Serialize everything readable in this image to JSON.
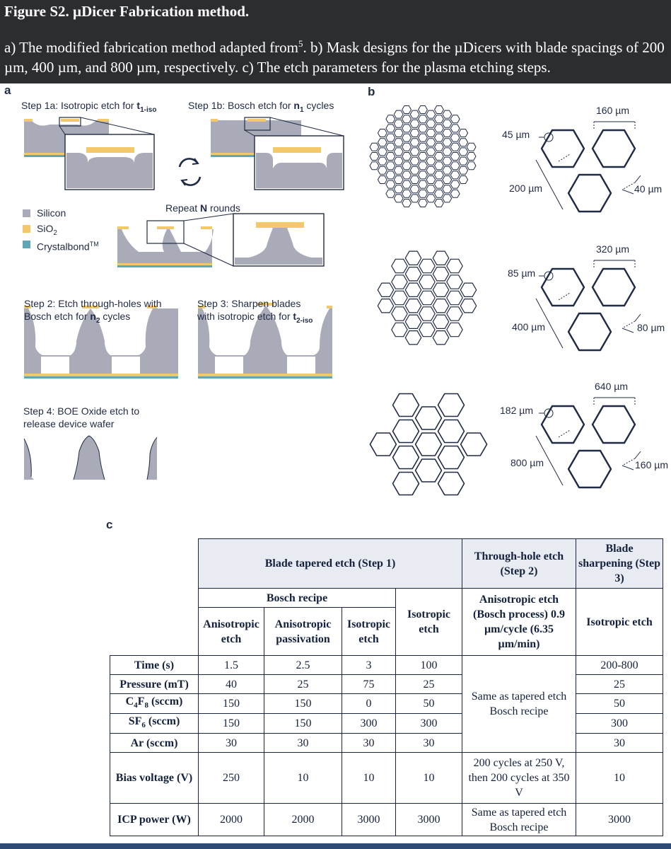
{
  "header": {
    "title": "Figure S2. µDicer Fabrication method.",
    "caption_a": "a) The modified fabrication method adapted from",
    "caption_ref": "5",
    "caption_b": ". b) Mask designs for the µDicers with blade spacings of 200 µm, 400 µm, and 800 µm, respectively. c) The etch parameters for the plasma etching steps."
  },
  "panel_a": {
    "label": "a",
    "step1a_prefix": "Step 1a: Isotropic etch for ",
    "step1a_var": "t",
    "step1a_sub": "1-iso",
    "step1b_prefix": "Step 1b: Bosch etch for ",
    "step1b_var": "n",
    "step1b_sub": "1",
    "step1b_suffix": " cycles",
    "repeat_prefix": "Repeat ",
    "repeat_var": "N",
    "repeat_suffix": " rounds",
    "legend": [
      {
        "label": "Silicon",
        "color": "#a9acb8"
      },
      {
        "label": "SiO",
        "sub": "2",
        "color": "#f3c86a"
      },
      {
        "label": "Crystalbond",
        "sup": "TM",
        "color": "#5fa7b3"
      }
    ],
    "step2_line1": "Step 2: Etch through-holes with",
    "step2_line2_prefix": "Bosch etch for ",
    "step2_var": "n",
    "step2_sub": "2",
    "step2_suffix": " cycles",
    "step3_line1": "Step 3: Sharpen blades",
    "step3_line2_prefix": "with isotropic etch for ",
    "step3_var": "t",
    "step3_sub": "2-iso",
    "step4_line1": "Step 4: BOE Oxide etch to",
    "step4_line2": "release device wafer"
  },
  "panel_b": {
    "label": "b",
    "designs": [
      {
        "hole": "45 µm",
        "width": "160 µm",
        "spacing": "200 µm",
        "wall": "40 µm"
      },
      {
        "hole": "85 µm",
        "width": "320 µm",
        "spacing": "400 µm",
        "wall": "80 µm"
      },
      {
        "hole": "182 µm",
        "width": "640 µm",
        "spacing": "800 µm",
        "wall": "160 µm"
      }
    ]
  },
  "panel_c": {
    "label": "c",
    "header": {
      "blade_tapered": "Blade tapered etch (Step 1)",
      "through_hole": "Through-hole etch (Step 2)",
      "blade_sharpening": "Blade sharpening (Step 3)",
      "bosch_recipe": "Bosch recipe",
      "isotropic_etch_col": "Isotropic etch",
      "anisotropic_etch": "Anisotropic etch",
      "anisotropic_passivation": "Anisotropic passivation",
      "isotropic_etch_sub": "Isotropic etch",
      "step2_desc": "Anisotropic etch (Bosch process) 0.9 µm/cycle (6.35 µm/min)",
      "step3_desc": "Isotropic etch"
    },
    "rows": [
      {
        "param": "Time (s)",
        "values": [
          "1.5",
          "2.5",
          "3",
          "100"
        ],
        "step3": "200-800"
      },
      {
        "param": "Pressure (mT)",
        "values": [
          "40",
          "25",
          "75",
          "25"
        ],
        "step3": "25"
      },
      {
        "param": "C4F8 (sccm)",
        "values": [
          "150",
          "150",
          "0",
          "50"
        ],
        "step3": "50"
      },
      {
        "param": "SF6 (sccm)",
        "values": [
          "150",
          "150",
          "300",
          "300"
        ],
        "step3": "300"
      },
      {
        "param": "Ar (sccm)",
        "values": [
          "30",
          "30",
          "30",
          "30"
        ],
        "step3": "30"
      },
      {
        "param": "Bias voltage (V)",
        "values": [
          "250",
          "10",
          "10",
          "10"
        ],
        "step3": "10"
      },
      {
        "param": "ICP power (W)",
        "values": [
          "2000",
          "2000",
          "3000",
          "3000"
        ],
        "step3": "3000"
      }
    ],
    "step2_same": "Same as tapered etch Bosch recipe",
    "step2_bias": "200 cycles at 250 V, then 200 cycles at 350 V",
    "step2_icp": "Same as tapered etch Bosch recipe"
  }
}
